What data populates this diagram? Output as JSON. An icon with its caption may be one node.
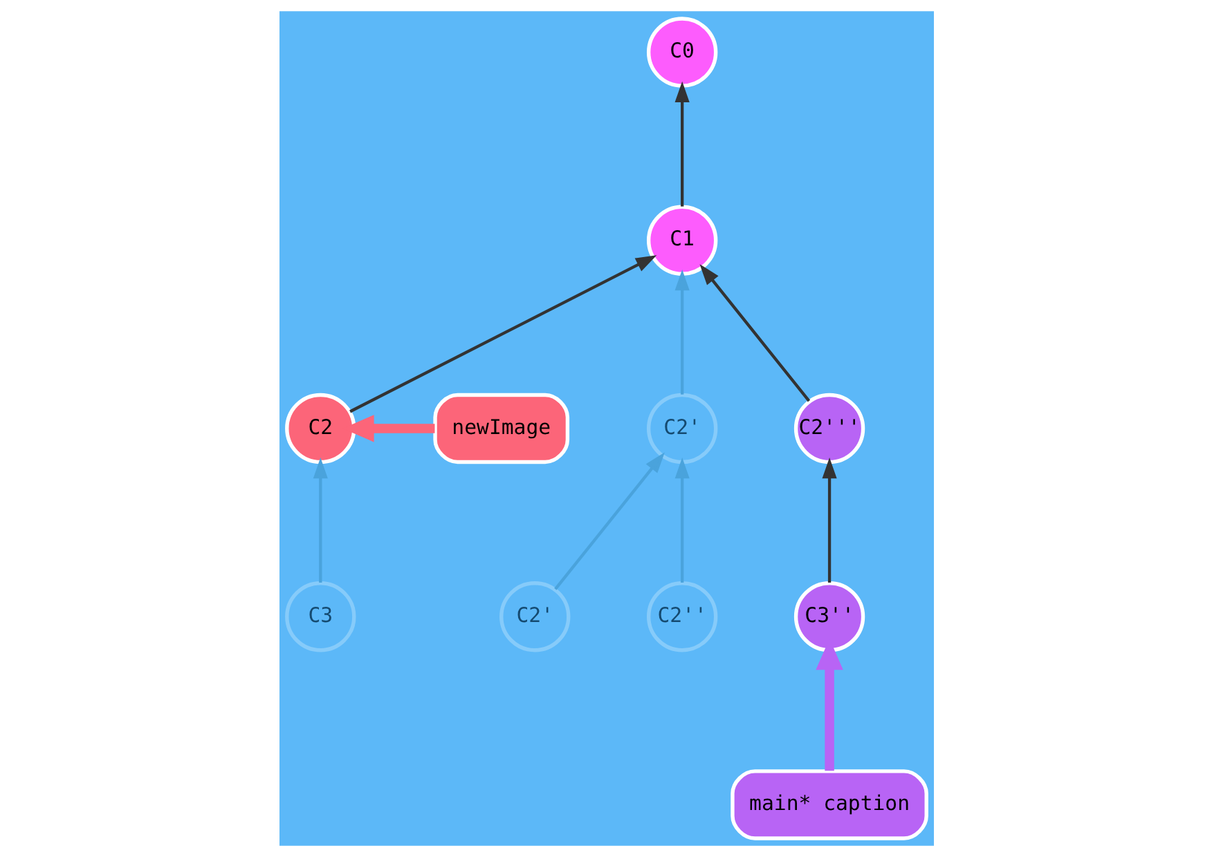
{
  "diagram": {
    "nodes": [
      {
        "text": [
          "C0"
        ]
      },
      {
        "text": [
          "C1"
        ]
      },
      {
        "text": [
          "C2"
        ]
      },
      {
        "text": [
          "newImage"
        ]
      },
      {
        "text": [
          "C2'"
        ]
      },
      {
        "text": [
          "C2'''"
        ]
      },
      {
        "text": [
          "C3"
        ]
      },
      {
        "text": [
          "C2'"
        ]
      },
      {
        "text": [
          "C2''"
        ]
      },
      {
        "text": [
          "C3''"
        ]
      },
      {
        "text": [
          "main* caption"
        ]
      }
    ],
    "edges": [
      {
        "from": 1,
        "to": 0,
        "arrow": "to"
      },
      {
        "from": 2,
        "to": 1,
        "arrow": "to"
      },
      {
        "from": 4,
        "to": 1,
        "arrow": "to",
        "color": "#4aa3dc"
      },
      {
        "from": 5,
        "to": 1,
        "arrow": "to"
      },
      {
        "from": 3,
        "to": 2,
        "arrow": "to",
        "style": "thick",
        "color": "#fc6579"
      },
      {
        "from": 6,
        "to": 2,
        "arrow": "to",
        "color": "#4aa3dc"
      },
      {
        "from": 7,
        "to": 4,
        "arrow": "to",
        "color": "#4aa3dc"
      },
      {
        "from": 8,
        "to": 4,
        "arrow": "to",
        "color": "#4aa3dc"
      },
      {
        "from": 9,
        "to": 5,
        "arrow": "to"
      },
      {
        "from": 10,
        "to": 9,
        "arrow": "to",
        "style": "thick",
        "color": "#b864f5"
      }
    ]
  }
}
